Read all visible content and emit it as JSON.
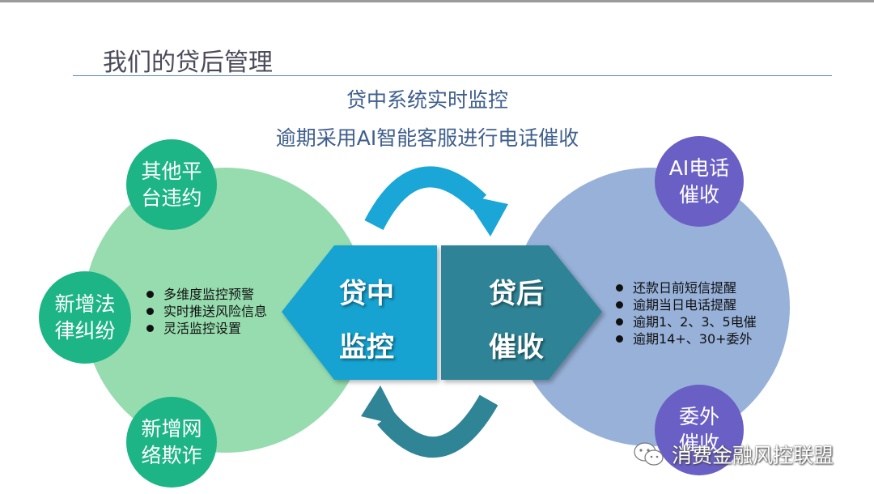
{
  "page_title": "我们的贷后管理",
  "subtitles": [
    "贷中系统实时监控",
    "逾期采用AI智能客服进行电话催收"
  ],
  "left_side": {
    "circles": [
      "其他平\n台违约",
      "新增法\n律纠纷",
      "新增网\n络欺诈"
    ],
    "bullets": [
      "多维度监控预警",
      "实时推送风险信息",
      "灵活监控设置"
    ]
  },
  "right_side": {
    "circles": [
      "AI电话\n催收",
      "委外\n催收"
    ],
    "bullets": [
      "还款日前短信提醒",
      "逾期当日电话提醒",
      "逾期1、2、3、5电催",
      "逾期14+、30+委外"
    ]
  },
  "center": {
    "left_label": "贷中\n监控",
    "right_label": "贷后\n催收"
  },
  "watermark": {
    "text": "消费金融风控联盟",
    "icon": "wechat-icon"
  },
  "colors": {
    "left_circle": "#96dcae",
    "right_circle": "#97b1d9",
    "green_small": "#1db585",
    "purple_small": "#6a5fc4",
    "pentagon_left": "#16a3d1",
    "pentagon_right": "#2f8496",
    "arrow_top": "#1aa6d6",
    "arrow_bottom": "#2f8496"
  }
}
